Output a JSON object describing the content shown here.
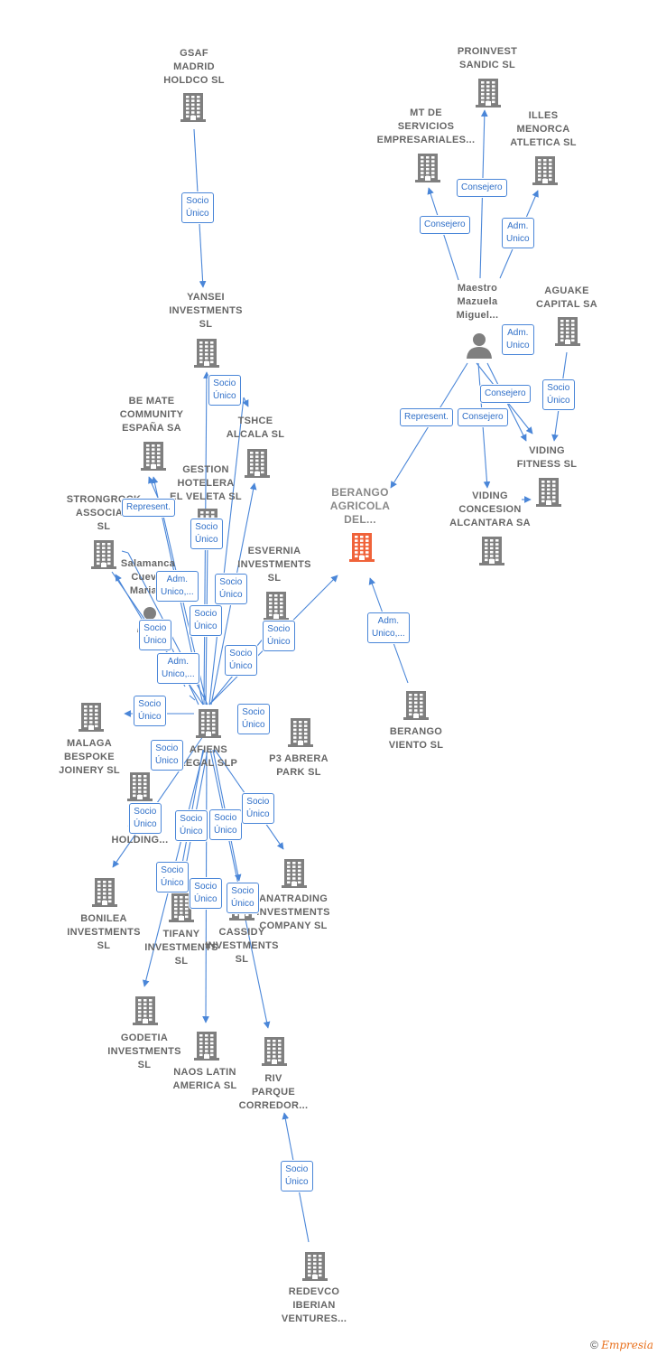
{
  "colors": {
    "building": "#7f7f7f",
    "building_main": "#f0633a",
    "person": "#7f7f7f",
    "edge": "#4a86d8",
    "label": "#666666"
  },
  "nodes": [
    {
      "id": "gsaf",
      "label": "GSAF\nMADRID\nHOLDCO  SL",
      "type": "building"
    },
    {
      "id": "yansei",
      "label": "YANSEI\nINVESTMENTS\nSL",
      "type": "building"
    },
    {
      "id": "proinvest",
      "label": "PROINVEST\nSANDIC SL",
      "type": "building"
    },
    {
      "id": "mtde",
      "label": "MT DE\nSERVICIOS\nEMPRESARIALES...",
      "type": "building"
    },
    {
      "id": "illes",
      "label": "ILLES\nMENORCA\nATLETICA  SL",
      "type": "building"
    },
    {
      "id": "maestro",
      "label": "Maestro\nMazuela\nMiguel...",
      "type": "person"
    },
    {
      "id": "aguake",
      "label": "AGUAKE\nCAPITAL SA",
      "type": "building"
    },
    {
      "id": "bemate",
      "label": "BE MATE\nCOMMUNITY\nESPAÑA SA",
      "type": "building"
    },
    {
      "id": "tshce",
      "label": "TSHCE\nALCALA  SL",
      "type": "building"
    },
    {
      "id": "gestion",
      "label": "GESTION\nHOTELERA\nEL VELETA  SL",
      "type": "building"
    },
    {
      "id": "strongrock",
      "label": "STRONGROCK\nASSOCIA...\nSL",
      "type": "building"
    },
    {
      "id": "berango",
      "label": "BERANGO\nAGRICOLA\nDEL...",
      "type": "building_main"
    },
    {
      "id": "vidingf",
      "label": "VIDING\nFITNESS  SL",
      "type": "building"
    },
    {
      "id": "vidingc",
      "label": "VIDING\nCONCESION\nALCANTARA SA",
      "type": "building"
    },
    {
      "id": "salamanca",
      "label": "Salamanca\nCuev...\nMaria...",
      "type": "person"
    },
    {
      "id": "esvernia",
      "label": "ESVERNIA\nINVESTMENTS\nSL",
      "type": "building"
    },
    {
      "id": "malaga",
      "label": "MALAGA\nBESPOKE\nJOINERY  SL",
      "type": "building"
    },
    {
      "id": "afiens",
      "label": "AFIENS\nLEGAL  SLP",
      "type": "building"
    },
    {
      "id": "p3",
      "label": "P3 ABRERA\nPARK  SL",
      "type": "building"
    },
    {
      "id": "berviento",
      "label": "BERANGO\nVIENTO  SL",
      "type": "building"
    },
    {
      "id": "ls",
      "label": "LS\nOC...\nHOLDING...",
      "type": "building"
    },
    {
      "id": "bonilea",
      "label": "BONILEA\nINVESTMENTS\nSL",
      "type": "building"
    },
    {
      "id": "tifany",
      "label": "TIFANY\nINVESTMENTS\nSL",
      "type": "building"
    },
    {
      "id": "cassidy",
      "label": "CASSIDY\nINVESTMENTS\nSL",
      "type": "building"
    },
    {
      "id": "ana",
      "label": "ANATRADING\nINVESTMENTS\nCOMPANY  SL",
      "type": "building"
    },
    {
      "id": "godetia",
      "label": "GODETIA\nINVESTMENTS\nSL",
      "type": "building"
    },
    {
      "id": "naos",
      "label": "NAOS LATIN\nAMERICA  SL",
      "type": "building"
    },
    {
      "id": "riv",
      "label": "RIV\nPARQUE\nCORREDOR...",
      "type": "building"
    },
    {
      "id": "redevco",
      "label": "REDEVCO\nIBERIAN\nVENTURES...",
      "type": "building"
    }
  ],
  "badges": [
    {
      "text": "Socio\nÚnico"
    },
    {
      "text": "Consejero"
    },
    {
      "text": "Consejero"
    },
    {
      "text": "Adm.\nUnico"
    },
    {
      "text": "Adm.\nUnico"
    },
    {
      "text": "Consejero"
    },
    {
      "text": "Socio\nÚnico"
    },
    {
      "text": "Represent."
    },
    {
      "text": "Consejero"
    },
    {
      "text": "Socio\nÚnico"
    },
    {
      "text": "Represent."
    },
    {
      "text": "Socio\nÚnico"
    },
    {
      "text": "Adm.\nUnico,..."
    },
    {
      "text": "Socio\nÚnico"
    },
    {
      "text": "Socio\nÚnico"
    },
    {
      "text": "Socio\nÚnico"
    },
    {
      "text": "Socio\nÚnico"
    },
    {
      "text": "Adm.\nUnico,..."
    },
    {
      "text": "Socio\nÚnico"
    },
    {
      "text": "Adm.\nUnico,..."
    },
    {
      "text": "Socio\nÚnico"
    },
    {
      "text": "Socio\nÚnico"
    },
    {
      "text": "Socio\nÚnico"
    },
    {
      "text": "Socio\nÚnico"
    },
    {
      "text": "Socio\nÚnico"
    },
    {
      "text": "Socio\nÚnico"
    },
    {
      "text": "Socio\nÚnico"
    },
    {
      "text": "Socio\nÚnico"
    },
    {
      "text": "Socio\nÚnico"
    },
    {
      "text": "Socio\nÚnico"
    },
    {
      "text": "Socio\nÚnico"
    }
  ],
  "footer": {
    "copyright": "©",
    "brand": "Empresia"
  }
}
